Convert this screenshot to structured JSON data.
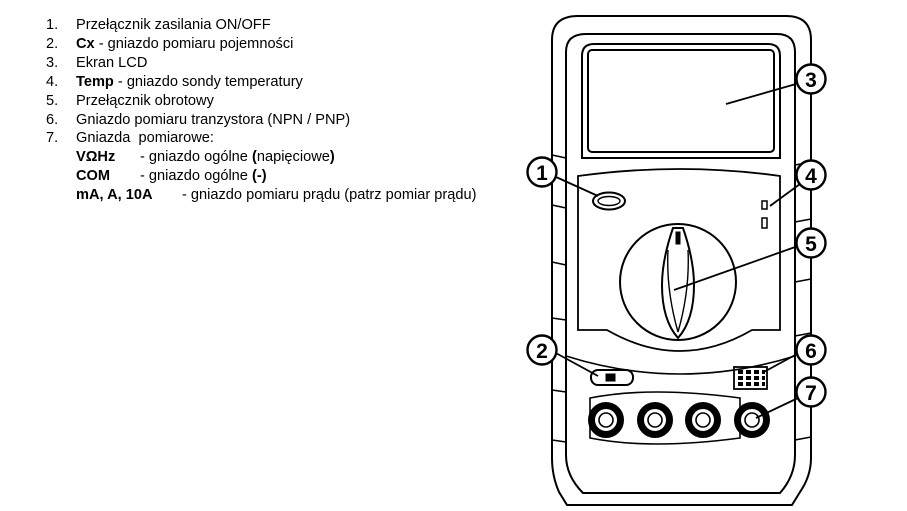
{
  "legend": [
    {
      "n": "1.",
      "bold": "",
      "text": "Przełącznik zasilania  ON/OFF"
    },
    {
      "n": "2.",
      "bold": "Cx",
      "text": " - gniazdo pomiaru pojemności"
    },
    {
      "n": "3.",
      "bold": "",
      "text": "Ekran LCD"
    },
    {
      "n": "4.",
      "bold": "Temp",
      "text": " - gniazdo sondy temperatury"
    },
    {
      "n": "5.",
      "bold": "",
      "text": "Przełącznik obrotowy"
    },
    {
      "n": "6.",
      "bold": "",
      "text": "Gniazdo pomiaru tranzystora (NPN / PNP)"
    },
    {
      "n": "7.",
      "bold": "",
      "text": "Gniazda  pomiarowe:"
    }
  ],
  "jacks": [
    {
      "symbol": "VΩHz",
      "text_pre": "- gniazdo ogólne ",
      "text_bold": "(",
      "text_mid": "napięciowe",
      "text_end": ")"
    },
    {
      "symbol": "COM",
      "text_pre": "- gniazdo ogólne ",
      "text_bold": "(-)",
      "text_mid": "",
      "text_end": ""
    },
    {
      "symbol": "mA, A, 10A",
      "text_pre": "- gniazdo pomiaru prądu (patrz pomiar prądu)",
      "text_bold": "",
      "text_mid": "",
      "text_end": ""
    }
  ],
  "callouts": [
    "1",
    "2",
    "3",
    "4",
    "5",
    "6",
    "7"
  ]
}
